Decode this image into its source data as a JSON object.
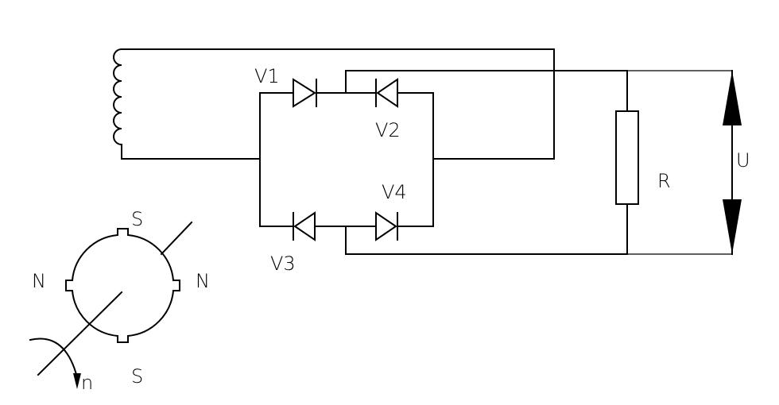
{
  "diagram": {
    "labels": {
      "v1": "V1",
      "v2": "V2",
      "v3": "V3",
      "v4": "V4",
      "resistor": "R",
      "voltage": "U",
      "pole_top": "S",
      "pole_bottom": "S",
      "pole_left": "N",
      "pole_right": "N",
      "rotation": "n"
    }
  }
}
